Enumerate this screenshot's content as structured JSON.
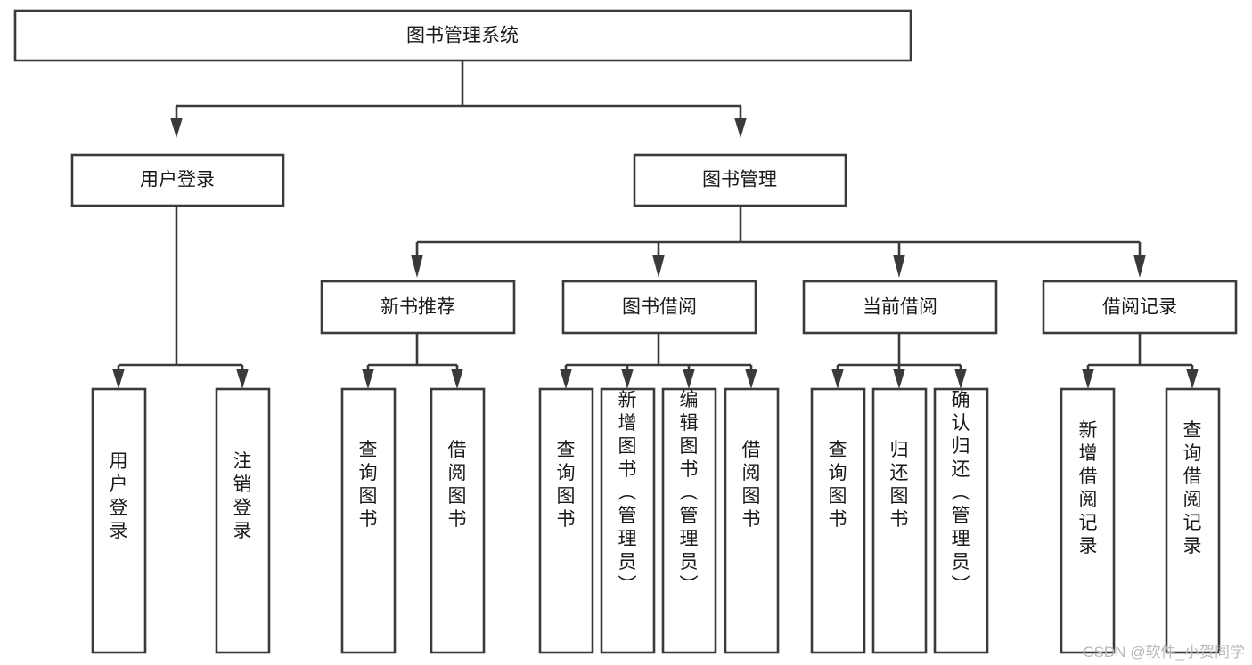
{
  "diagram": {
    "type": "tree-hierarchy",
    "title": "图书管理系统",
    "watermark": "CSDN @软件_小贺同学",
    "colors": {
      "stroke": "#3a3a3a",
      "box_fill": "#ffffff",
      "text": "#1a1a1a",
      "background": "#ffffff",
      "watermark": "#b9b9b9"
    },
    "levels": {
      "root": {
        "label": "图书管理系统"
      },
      "level2": [
        {
          "label": "用户登录"
        },
        {
          "label": "图书管理"
        }
      ],
      "level3": [
        {
          "label": "新书推荐"
        },
        {
          "label": "图书借阅"
        },
        {
          "label": "当前借阅"
        },
        {
          "label": "借阅记录"
        }
      ],
      "leaves": {
        "user_login": [
          {
            "label": "用户登录"
          },
          {
            "label": "注销登录"
          }
        ],
        "new_book_recommend": [
          {
            "label": "查询图书"
          },
          {
            "label": "借阅图书"
          }
        ],
        "book_borrow": [
          {
            "label": "查询图书"
          },
          {
            "label": "新增图书（管理员）"
          },
          {
            "label": "编辑图书（管理员）"
          },
          {
            "label": "借阅图书"
          }
        ],
        "current_borrow": [
          {
            "label": "查询图书"
          },
          {
            "label": "归还图书"
          },
          {
            "label": "确认归还（管理员）"
          }
        ],
        "borrow_record": [
          {
            "label": "新增借阅记录"
          },
          {
            "label": "查询借阅记录"
          }
        ]
      }
    }
  }
}
